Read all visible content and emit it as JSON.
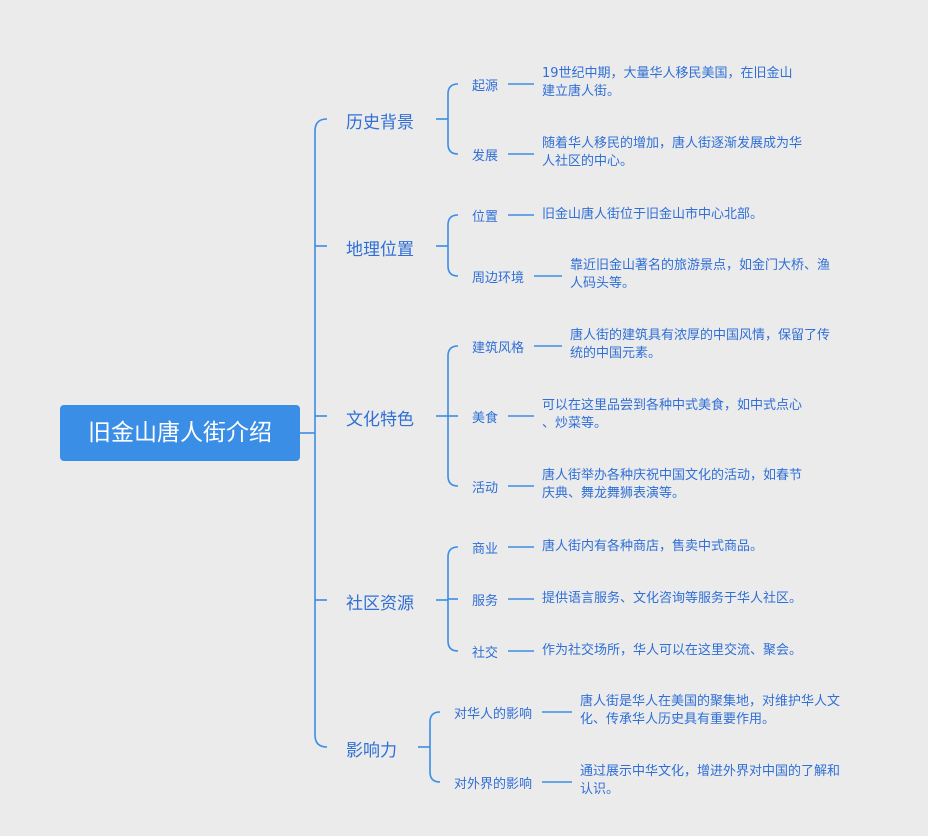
{
  "root": {
    "label": "旧金山唐人街介绍"
  },
  "branches": [
    {
      "label": "历史背景",
      "children": [
        {
          "label": "起源",
          "lines": [
            "19世纪中期，大量华人移民美国，在旧金山",
            "建立唐人街。"
          ]
        },
        {
          "label": "发展",
          "lines": [
            "随着华人移民的增加，唐人街逐渐发展成为华",
            "人社区的中心。"
          ]
        }
      ]
    },
    {
      "label": "地理位置",
      "children": [
        {
          "label": "位置",
          "lines": [
            "旧金山唐人街位于旧金山市中心北部。"
          ]
        },
        {
          "label": "周边环境",
          "lines": [
            "靠近旧金山著名的旅游景点，如金门大桥、渔",
            "人码头等。"
          ]
        }
      ]
    },
    {
      "label": "文化特色",
      "children": [
        {
          "label": "建筑风格",
          "lines": [
            "唐人街的建筑具有浓厚的中国风情，保留了传",
            "统的中国元素。"
          ]
        },
        {
          "label": "美食",
          "lines": [
            "可以在这里品尝到各种中式美食，如中式点心",
            "、炒菜等。"
          ]
        },
        {
          "label": "活动",
          "lines": [
            "唐人街举办各种庆祝中国文化的活动，如春节",
            "庆典、舞龙舞狮表演等。"
          ]
        }
      ]
    },
    {
      "label": "社区资源",
      "children": [
        {
          "label": "商业",
          "lines": [
            "唐人街内有各种商店，售卖中式商品。"
          ]
        },
        {
          "label": "服务",
          "lines": [
            "提供语言服务、文化咨询等服务于华人社区。"
          ]
        },
        {
          "label": "社交",
          "lines": [
            "作为社交场所，华人可以在这里交流、聚会。"
          ]
        }
      ]
    },
    {
      "label": "影响力",
      "children": [
        {
          "label": "对华人的影响",
          "lines": [
            "唐人街是华人在美国的聚集地，对维护华人文",
            "化、传承华人历史具有重要作用。"
          ]
        },
        {
          "label": "对外界的影响",
          "lines": [
            "通过展示中华文化，增进外界对中国的了解和",
            "认识。"
          ]
        }
      ]
    }
  ]
}
